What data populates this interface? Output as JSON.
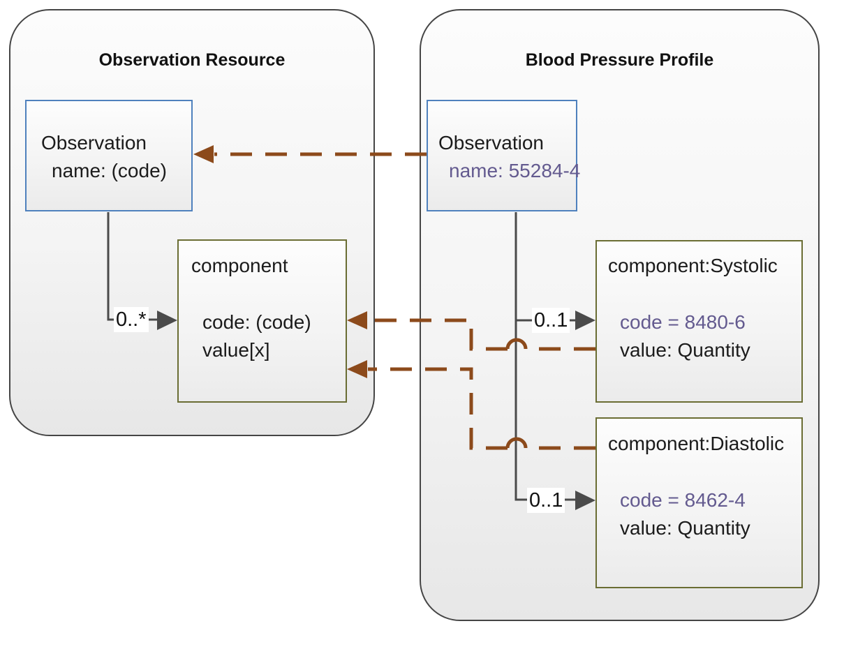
{
  "diagram": {
    "left_panel": {
      "title": "Observation Resource",
      "observation_box": {
        "title": "Observation",
        "attribute": "name: (code)"
      },
      "component_box": {
        "title": "component",
        "attributes": [
          "code: (code)",
          "value[x]"
        ]
      },
      "multiplicity": "0..*"
    },
    "right_panel": {
      "title": "Blood Pressure Profile",
      "observation_box": {
        "title": "Observation",
        "attribute": "name: 55284-4"
      },
      "systolic_box": {
        "title": "component:Systolic",
        "attributes": [
          "code = 8480-6",
          "value: Quantity"
        ]
      },
      "diastolic_box": {
        "title": "component:Diastolic",
        "attributes": [
          "code = 8462-4",
          "value: Quantity"
        ]
      },
      "multiplicity_systolic": "0..1",
      "multiplicity_diastolic": "0..1"
    },
    "colors": {
      "panel_border": "#454545",
      "entity_border_blue": "#4f81bd",
      "component_border_olive": "#6a6d33",
      "connector_gray": "#4a4a4a",
      "mapping_arrow_brown": "#8c4a1b",
      "constrained_code_purple": "#635a8f"
    }
  }
}
